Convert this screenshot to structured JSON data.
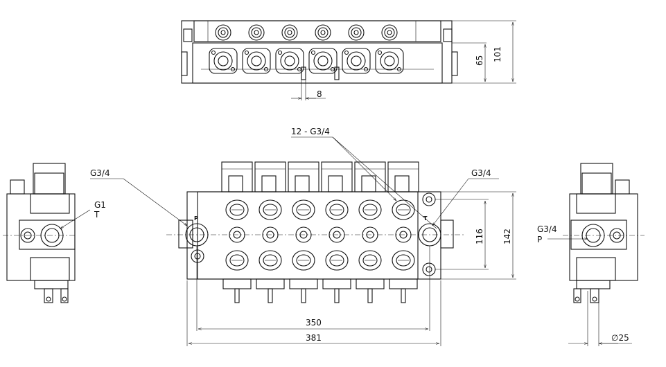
{
  "top_view": {
    "dim_height_inner": "65",
    "dim_height_outer": "101",
    "dim_spool_pitch": "8"
  },
  "front_view": {
    "label_ports": "12 - G3/4",
    "label_left_port": "G3/4",
    "label_right_port": "G3/4",
    "mark_p": "P",
    "mark_t": "T",
    "dim_width_inner": "350",
    "dim_width_outer": "381",
    "dim_height_inner": "116",
    "dim_height_outer": "142"
  },
  "left_view": {
    "label_port_size": "G1",
    "label_port_name": "T"
  },
  "right_view": {
    "label_port_size": "G3/4",
    "label_port_name": "P",
    "dim_diameter": "25"
  }
}
